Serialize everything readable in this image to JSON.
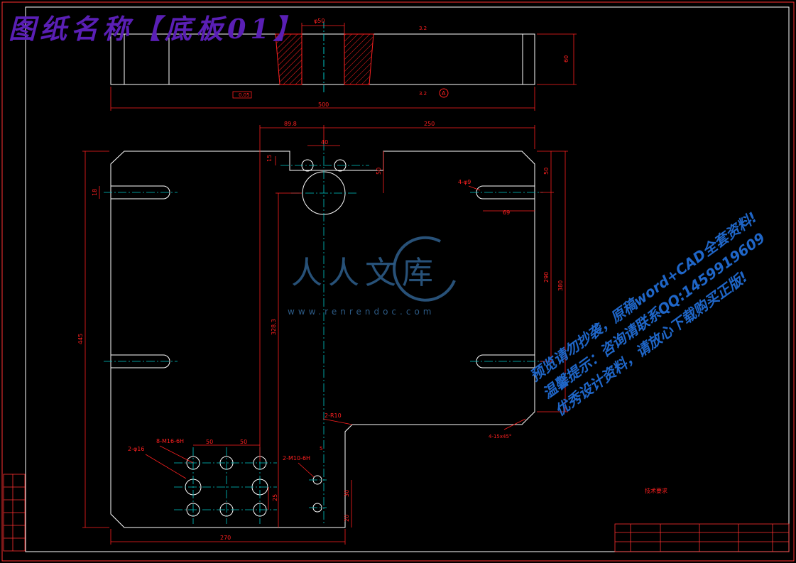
{
  "title": "图纸名称【底板01】",
  "watermark": {
    "brand": "人人文库",
    "url": "www.renrendoc.com"
  },
  "promo_lines": [
    "预览请勿抄袭，原稿word+CAD全套资料!",
    "温馨提示：咨询请联系QQ:1459919609",
    "优秀设计资料，请放心下载购买正版!"
  ],
  "dims": {
    "top_width": "500",
    "top_height": "60",
    "hole_dia": "φ50",
    "d250": "250",
    "d898": "89.8",
    "d40": "40",
    "d15": "15",
    "d50a": "50",
    "d50b": "50",
    "d18": "18",
    "d69": "69",
    "d290": "290",
    "d380": "380",
    "d445": "445",
    "d3283": "328.3",
    "d270": "270",
    "d50c": "50",
    "d50d": "50",
    "d30": "30",
    "d20": "20",
    "d25": "25",
    "d5": "5",
    "r10": "2-R10",
    "slot": "4-φ9",
    "m16": "8-M16-6H",
    "m10": "2-M10-6H",
    "pin": "2-φ16",
    "chamfer": "4-15x45°",
    "roughness": "3.2",
    "datum": "A",
    "flat": "0.05",
    "note": "技术要求"
  },
  "colors": {
    "outline": "#ffffff",
    "dimension": "#ff2020",
    "center": "#00c8c8",
    "title": "#5a1fb5",
    "promo": "#1f66c8"
  }
}
